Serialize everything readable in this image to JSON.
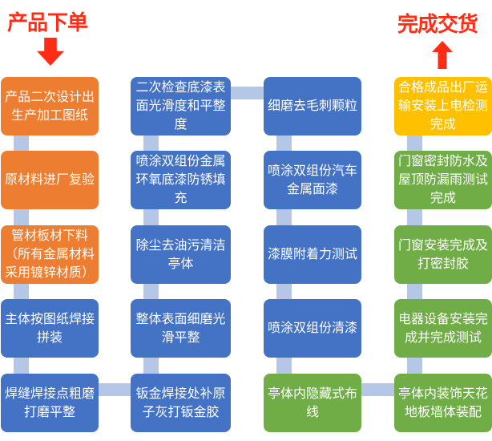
{
  "headers": {
    "start": {
      "label": "产品下单"
    },
    "end": {
      "label": "完成交货"
    }
  },
  "colors": {
    "background": "#FFFFFF",
    "orange": "#ED7D31",
    "blue": "#4472C4",
    "green": "#70AD47",
    "gold": "#FFC000",
    "connector": "#B4C7E7",
    "accent_red": "#FF2D16",
    "box_text": "#FFFFFF"
  },
  "flow": {
    "direction": "col1 down, col2 up, col3 down, col4 up",
    "columns": [
      {
        "name": "design-and-fabrication",
        "boxes": [
          {
            "text": "产品二次设计出\n生产加工图纸",
            "color": "orange"
          },
          {
            "text": "原材料进厂复验",
            "color": "orange"
          },
          {
            "text": "管材板材下料\n（所有金属材料\n采用镀锌材质）",
            "color": "orange"
          },
          {
            "text": "主体按图纸焊接\n拼装",
            "color": "blue"
          },
          {
            "text": "焊缝焊接点粗磨\n打磨平整",
            "color": "blue"
          }
        ]
      },
      {
        "name": "primer-and-surface",
        "boxes": [
          {
            "text": "二次检查底漆表\n面光滑度和平整\n度",
            "color": "blue"
          },
          {
            "text": "喷涂双组份金属\n环氧底漆防锈填\n充",
            "color": "blue"
          },
          {
            "text": "除尘去油污清洁\n亭体",
            "color": "blue"
          },
          {
            "text": "整体表面细磨光\n滑平整",
            "color": "blue"
          },
          {
            "text": "钣金焊接处补原\n子灰打钣金胶",
            "color": "blue"
          }
        ]
      },
      {
        "name": "topcoat-and-wiring",
        "boxes": [
          {
            "text": "细磨去毛刺颗粒",
            "color": "blue"
          },
          {
            "text": "喷涂双组份汽车\n金属面漆",
            "color": "blue"
          },
          {
            "text": "漆膜附着力测试",
            "color": "blue"
          },
          {
            "text": "喷涂双组份清漆",
            "color": "blue"
          },
          {
            "text": "亭体内隐藏式布\n线",
            "color": "green"
          }
        ]
      },
      {
        "name": "assembly-and-delivery",
        "boxes": [
          {
            "text": "合格成品出厂运\n输安装上电检测\n完成",
            "color": "gold"
          },
          {
            "text": "门窗密封防水及\n屋顶防漏雨测试\n完成",
            "color": "green"
          },
          {
            "text": "门窗安装完成及\n打密封胶",
            "color": "green"
          },
          {
            "text": "电器设备安装完\n成并完成测试",
            "color": "green"
          },
          {
            "text": "亭体内装饰天花\n地板墙体装配",
            "color": "green"
          }
        ]
      }
    ]
  }
}
